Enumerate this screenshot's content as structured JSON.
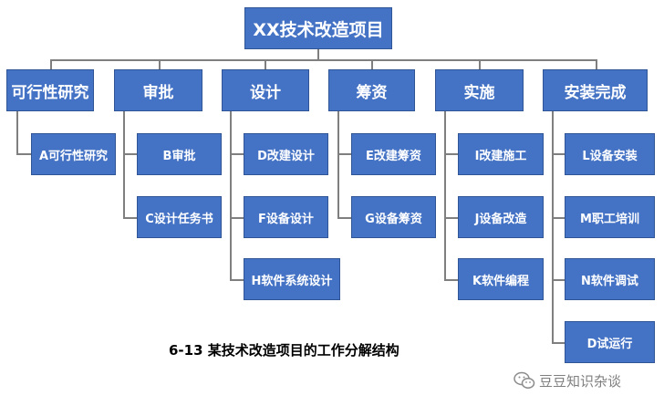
{
  "root": {
    "label": "XX技术改造项目"
  },
  "phases": [
    {
      "label": "可行性研究",
      "tasks": [
        "A可行性研究"
      ]
    },
    {
      "label": "审批",
      "tasks": [
        "B审批",
        "C设计任务书"
      ]
    },
    {
      "label": "设计",
      "tasks": [
        "D改建设计",
        "F设备设计",
        "H软件系统设计"
      ]
    },
    {
      "label": "筹资",
      "tasks": [
        "E改建筹资",
        "G设备筹资"
      ]
    },
    {
      "label": "实施",
      "tasks": [
        "I改建施工",
        "J设备改造",
        "K软件编程"
      ]
    },
    {
      "label": "安装完成",
      "tasks": [
        "L设备安装",
        "M职工培训",
        "N软件调试",
        "D试运行"
      ]
    }
  ],
  "caption": "6-13 某技术改造项目的工作分解结构",
  "watermark": {
    "text": "豆豆知识杂谈",
    "icon": "wechat-icon"
  },
  "colors": {
    "box_fill": "#4472c4",
    "box_border": "#2f5597",
    "box_text": "#ffffff",
    "connector": "#7f7f7f"
  }
}
